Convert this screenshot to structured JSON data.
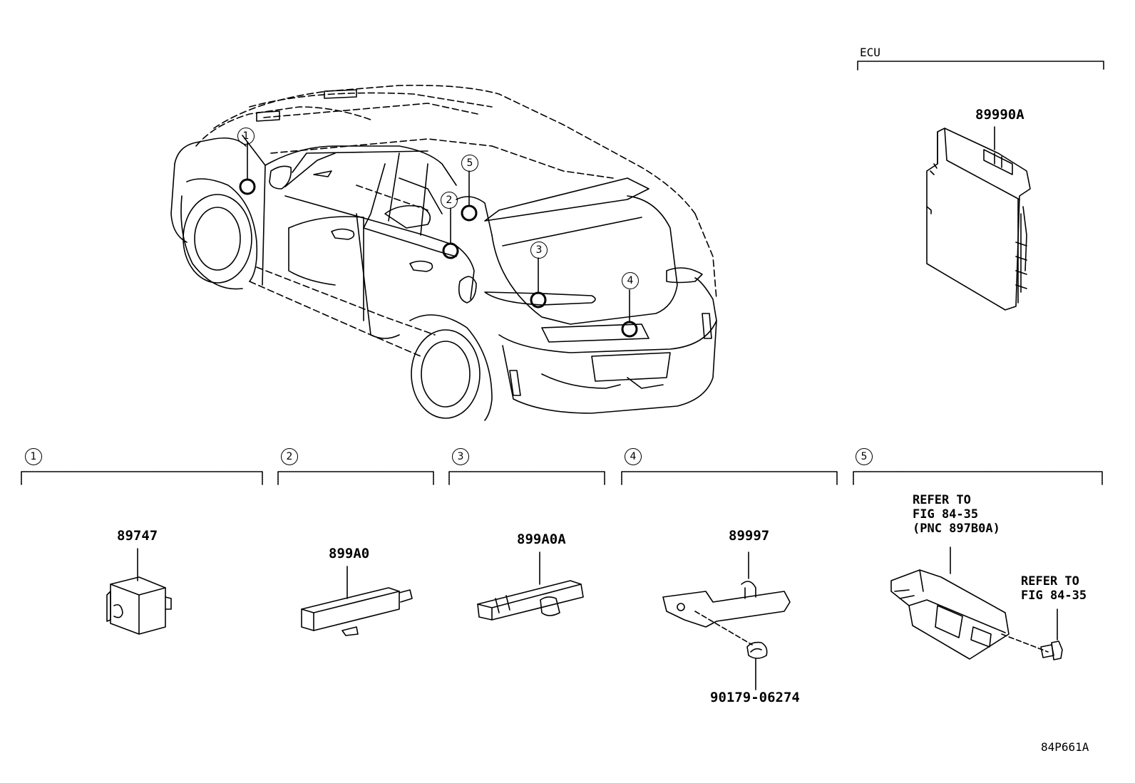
{
  "ecu_header": "ECU",
  "ecu_part": "89990A",
  "callouts": [
    "1",
    "2",
    "3",
    "4",
    "5"
  ],
  "sections": [
    {
      "num": "1",
      "parts": [
        "89747"
      ]
    },
    {
      "num": "2",
      "parts": [
        "899A0"
      ]
    },
    {
      "num": "3",
      "parts": [
        "899A0A"
      ]
    },
    {
      "num": "4",
      "parts": [
        "89997",
        "90179-06274"
      ]
    },
    {
      "num": "5",
      "parts": []
    }
  ],
  "refer_main": "REFER TO\nFIG 84-35\n(PNC 897B0A)",
  "refer_bolt": "REFER TO\nFIG 84-35",
  "figure_id": "84P661A",
  "icons": [
    "vehicle-outline-drawing",
    "ecu-module-drawing",
    "antenna-module-drawing",
    "bolt-drawing",
    "clip-drawing"
  ]
}
